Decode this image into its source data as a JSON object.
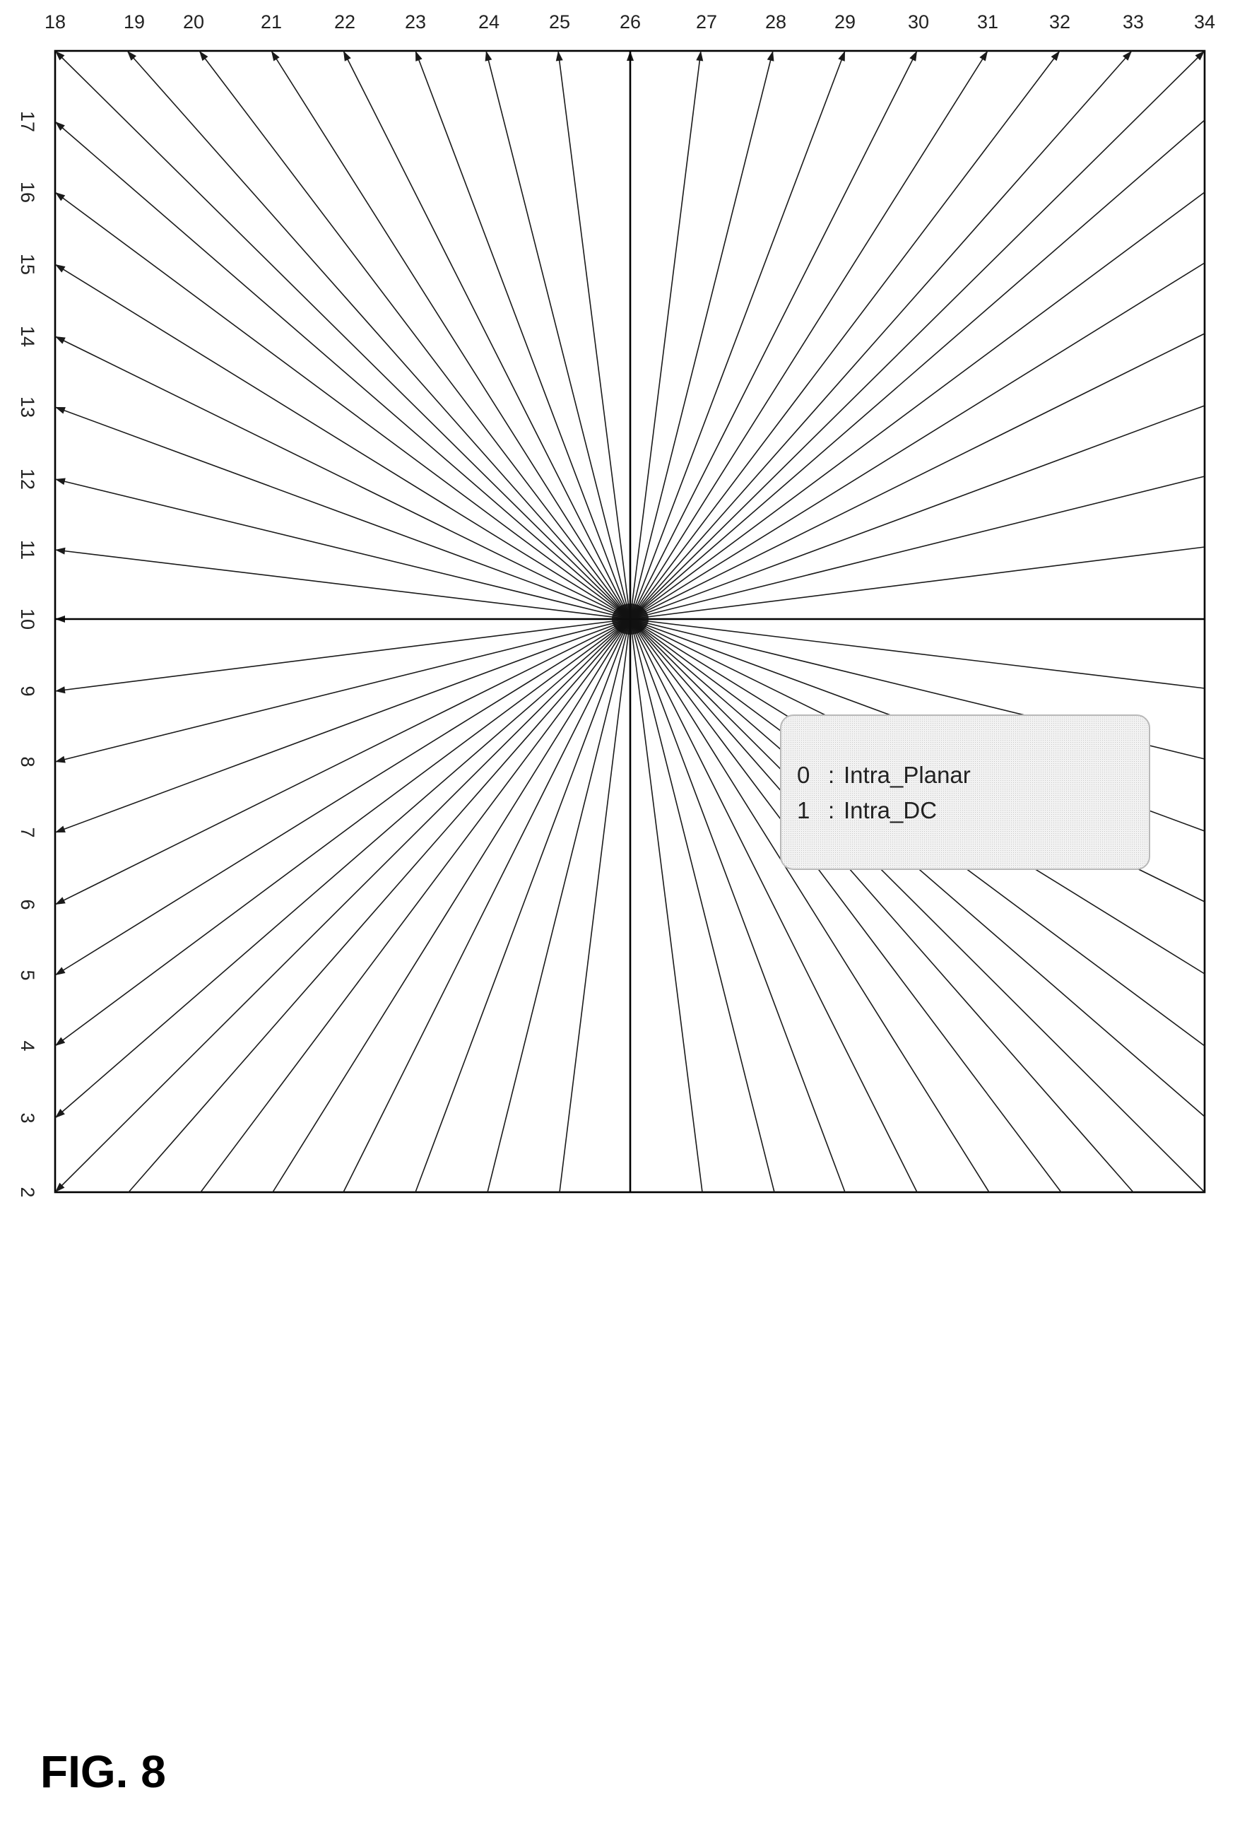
{
  "diagram": {
    "top_modes": [
      "18",
      "19",
      "20",
      "21",
      "22",
      "23",
      "24",
      "25",
      "26",
      "27",
      "28",
      "29",
      "30",
      "31",
      "32",
      "33",
      "34"
    ],
    "left_modes": [
      "17",
      "16",
      "15",
      "14",
      "13",
      "12",
      "11",
      "10",
      "9",
      "8",
      "7",
      "6",
      "5",
      "4",
      "3",
      "2"
    ],
    "legend": [
      {
        "index": "0",
        "separator": ":",
        "name": "Intra_Planar"
      },
      {
        "index": "1",
        "separator": ":",
        "name": "Intra_DC"
      }
    ]
  },
  "caption": "FIG. 8"
}
